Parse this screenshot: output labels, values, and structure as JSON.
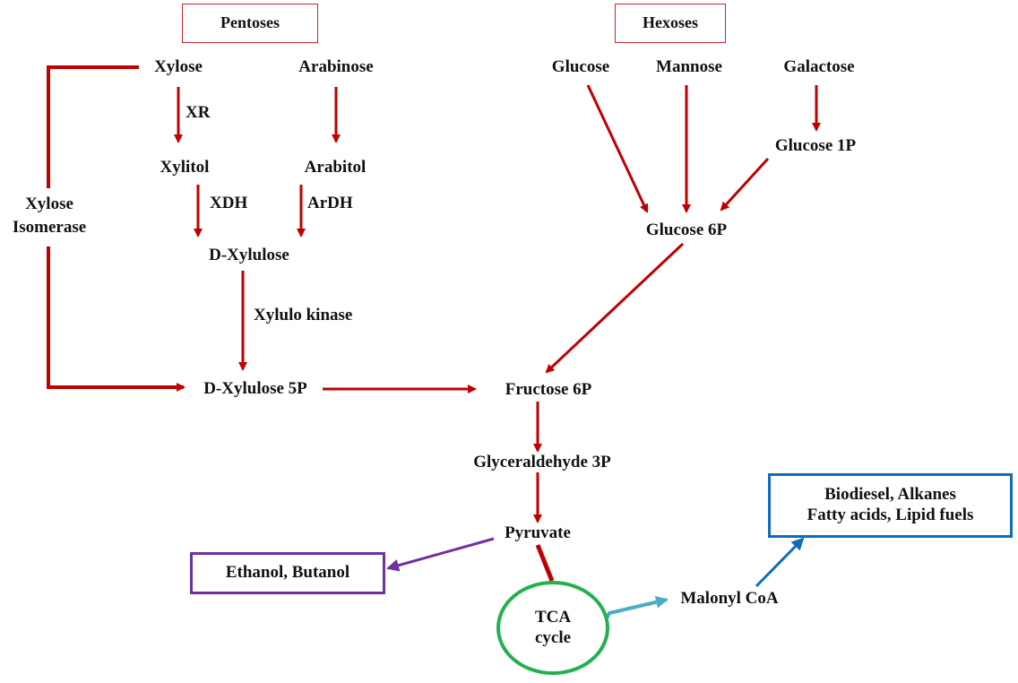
{
  "headers": {
    "pentoses": "Pentoses",
    "hexoses": "Hexoses"
  },
  "nodes": {
    "xylose": "Xylose",
    "arabinose": "Arabinose",
    "xylitol": "Xylitol",
    "arabitol": "Arabitol",
    "d_xylulose": "D-Xylulose",
    "d_xylulose_5p": "D-Xylulose 5P",
    "glucose": "Glucose",
    "mannose": "Mannose",
    "galactose": "Galactose",
    "glucose_1p": "Glucose 1P",
    "glucose_6p": "Glucose 6P",
    "fructose_6p": "Fructose 6P",
    "glyceraldehyde_3p": "Glyceraldehyde 3P",
    "pyruvate": "Pyruvate",
    "malonyl_coa": "Malonyl CoA"
  },
  "enzymes": {
    "xr": "XR",
    "xdh": "XDH",
    "ardh": "ArDH",
    "xylulo_kinase": "Xylulo kinase",
    "xylose_isomerase_line1": "Xylose",
    "xylose_isomerase_line2": "Isomerase"
  },
  "products": {
    "alcohols": "Ethanol, Butanol",
    "lipids_line1": "Biodiesel, Alkanes",
    "lipids_line2": "Fatty acids, Lipid fuels"
  },
  "tca": {
    "line1": "TCA",
    "line2": "cycle"
  },
  "colors": {
    "pathway": "#c00000",
    "alcohol_arrow": "#7030a0",
    "tca_circle": "#22b14c",
    "tca_arrow": "#4bacc6",
    "lipid_arrow": "#0f6cbd",
    "header_border": "#c0272d"
  }
}
